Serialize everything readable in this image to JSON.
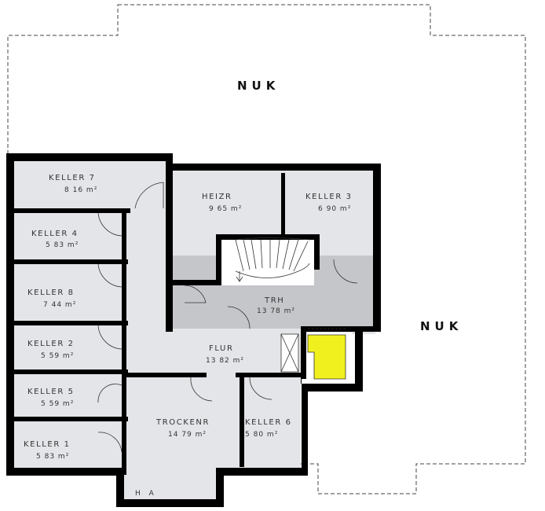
{
  "outdoor_label": "NUK",
  "house_entrance": "H A",
  "area_unit": "m²",
  "colors": {
    "wall": "#000000",
    "floor": "#e3e5e8",
    "stair_hall": "#c4c6c9",
    "yellow": "#f0f01e",
    "outline": "#333333"
  },
  "rooms": {
    "keller7": {
      "name": "KELLER 7",
      "area": "8 16"
    },
    "keller4": {
      "name": "KELLER 4",
      "area": "5 83"
    },
    "keller8": {
      "name": "KELLER 8",
      "area": "7 44"
    },
    "keller2": {
      "name": "KELLER 2",
      "area": "5 59"
    },
    "keller5": {
      "name": "KELLER 5",
      "area": "5 59"
    },
    "keller1": {
      "name": "KELLER 1",
      "area": "5 83"
    },
    "heizr": {
      "name": "HEIZR",
      "area": "9 65"
    },
    "keller3": {
      "name": "KELLER 3",
      "area": "6 90"
    },
    "trh": {
      "name": "TRH",
      "area": "13 78"
    },
    "flur": {
      "name": "FLUR",
      "area": "13 82"
    },
    "trockenr": {
      "name": "TROCKENR",
      "area": "14 79"
    },
    "keller6": {
      "name": "KELLER 6",
      "area": "5 80"
    }
  }
}
